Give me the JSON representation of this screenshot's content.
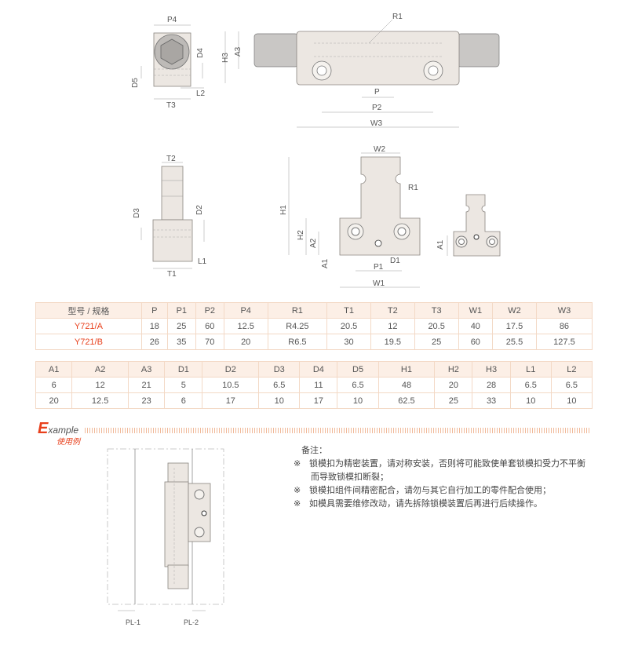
{
  "drawings": {
    "end_view": {
      "labels": [
        "P4",
        "D4",
        "D5",
        "L2",
        "T3"
      ]
    },
    "top_view": {
      "labels": [
        "H3",
        "A3",
        "R1",
        "P",
        "P2",
        "W3"
      ]
    },
    "side_view": {
      "labels": [
        "T2",
        "D3",
        "D2",
        "L1",
        "T1"
      ]
    },
    "front_view": {
      "labels": [
        "W2",
        "R1",
        "H1",
        "H2",
        "A2",
        "A1",
        "D1",
        "P1",
        "W1"
      ]
    },
    "small_view": {
      "labels": [
        "A1"
      ]
    },
    "example": {
      "labels": [
        "PL-1",
        "PL-2"
      ]
    }
  },
  "table1": {
    "headers": [
      "型号 / 规格",
      "P",
      "P1",
      "P2",
      "P4",
      "R1",
      "T1",
      "T2",
      "T3",
      "W1",
      "W2",
      "W3"
    ],
    "rows": [
      [
        "Y721/A",
        "18",
        "25",
        "60",
        "12.5",
        "R4.25",
        "20.5",
        "12",
        "20.5",
        "40",
        "17.5",
        "86"
      ],
      [
        "Y721/B",
        "26",
        "35",
        "70",
        "20",
        "R6.5",
        "30",
        "19.5",
        "25",
        "60",
        "25.5",
        "127.5"
      ]
    ]
  },
  "table2": {
    "headers": [
      "A1",
      "A2",
      "A3",
      "D1",
      "D2",
      "D3",
      "D4",
      "D5",
      "H1",
      "H2",
      "H3",
      "L1",
      "L2"
    ],
    "rows": [
      [
        "6",
        "12",
        "21",
        "5",
        "10.5",
        "6.5",
        "11",
        "6.5",
        "48",
        "20",
        "28",
        "6.5",
        "6.5"
      ],
      [
        "20",
        "12.5",
        "23",
        "6",
        "17",
        "10",
        "17",
        "10",
        "62.5",
        "25",
        "33",
        "10",
        "10"
      ]
    ]
  },
  "example": {
    "e": "E",
    "word": "xample",
    "sub": "使用例"
  },
  "notes": {
    "title": "备注：",
    "mark": "※",
    "items": [
      "锁模扣为精密装置，请对称安装，否则将可能致使单套锁模扣受力不平衡",
      "锁模扣组件间精密配合，请勿与其它自行加工的零件配合使用；",
      "如模具需要维修改动，请先拆除锁模装置后再进行后续操作。"
    ],
    "continuation": "而导致锁模扣断裂；"
  },
  "colors": {
    "accent": "#e8401c",
    "table_header": "#fcefe6",
    "table_border": "#f3d9c6",
    "part": "#ece7e2"
  }
}
